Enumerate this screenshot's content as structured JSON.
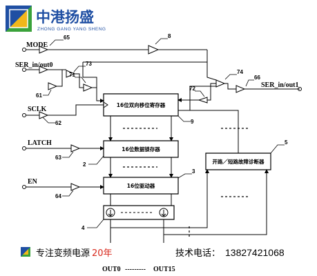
{
  "brand": {
    "name_cn": "中港扬盛",
    "name_en": "ZHONG GANG YANG SHENG",
    "logo_colors": {
      "blue": "#1f4fa3",
      "yellow": "#f2b71b",
      "green": "#3aa23a"
    }
  },
  "diagram": {
    "signals": {
      "mode": "MODE",
      "ser_in_out0": "SER_in/out0",
      "sclk": "SCLK",
      "latch": "LATCH",
      "en": "EN",
      "ser_in_out1": "SER_in/out1",
      "out0": "OUT0",
      "out15": "OUT15",
      "out_dashes": "---------"
    },
    "blocks": {
      "shift_register": "16位双向移位寄存器",
      "data_latch": "16位数据锁存器",
      "driver": "16位驱动器",
      "diagnostics": "开路／短路故障诊断器"
    },
    "labels": {
      "n65": "65",
      "n73": "73",
      "n8": "8",
      "n74": "74",
      "n66": "66",
      "n71": "71",
      "n72": "72",
      "n61": "61",
      "n9": "9",
      "n62": "62",
      "n5": "5",
      "n2": "2",
      "n63": "63",
      "n3": "3",
      "n64": "64",
      "n4": "4"
    }
  },
  "footer": {
    "text_prefix": "专注变频电源",
    "text_highlight": "20年",
    "phone_label": "技术电话：",
    "phone_number": "13827421068"
  }
}
